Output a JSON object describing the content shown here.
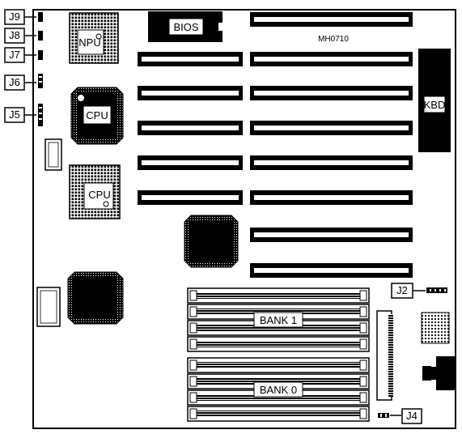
{
  "board": {
    "model": "MH0710",
    "chips": {
      "bios": "BIOS",
      "npu": "NPU",
      "cpu_primary": "CPU",
      "cpu_secondary": "CPU",
      "kbd": "KBD"
    },
    "jumpers": [
      "J9",
      "J8",
      "J7",
      "J6",
      "J5",
      "J2",
      "J4"
    ],
    "memory_banks": [
      "BANK 1",
      "BANK 0"
    ]
  },
  "colors": {
    "ink": "#000000",
    "paper": "#ffffff"
  }
}
